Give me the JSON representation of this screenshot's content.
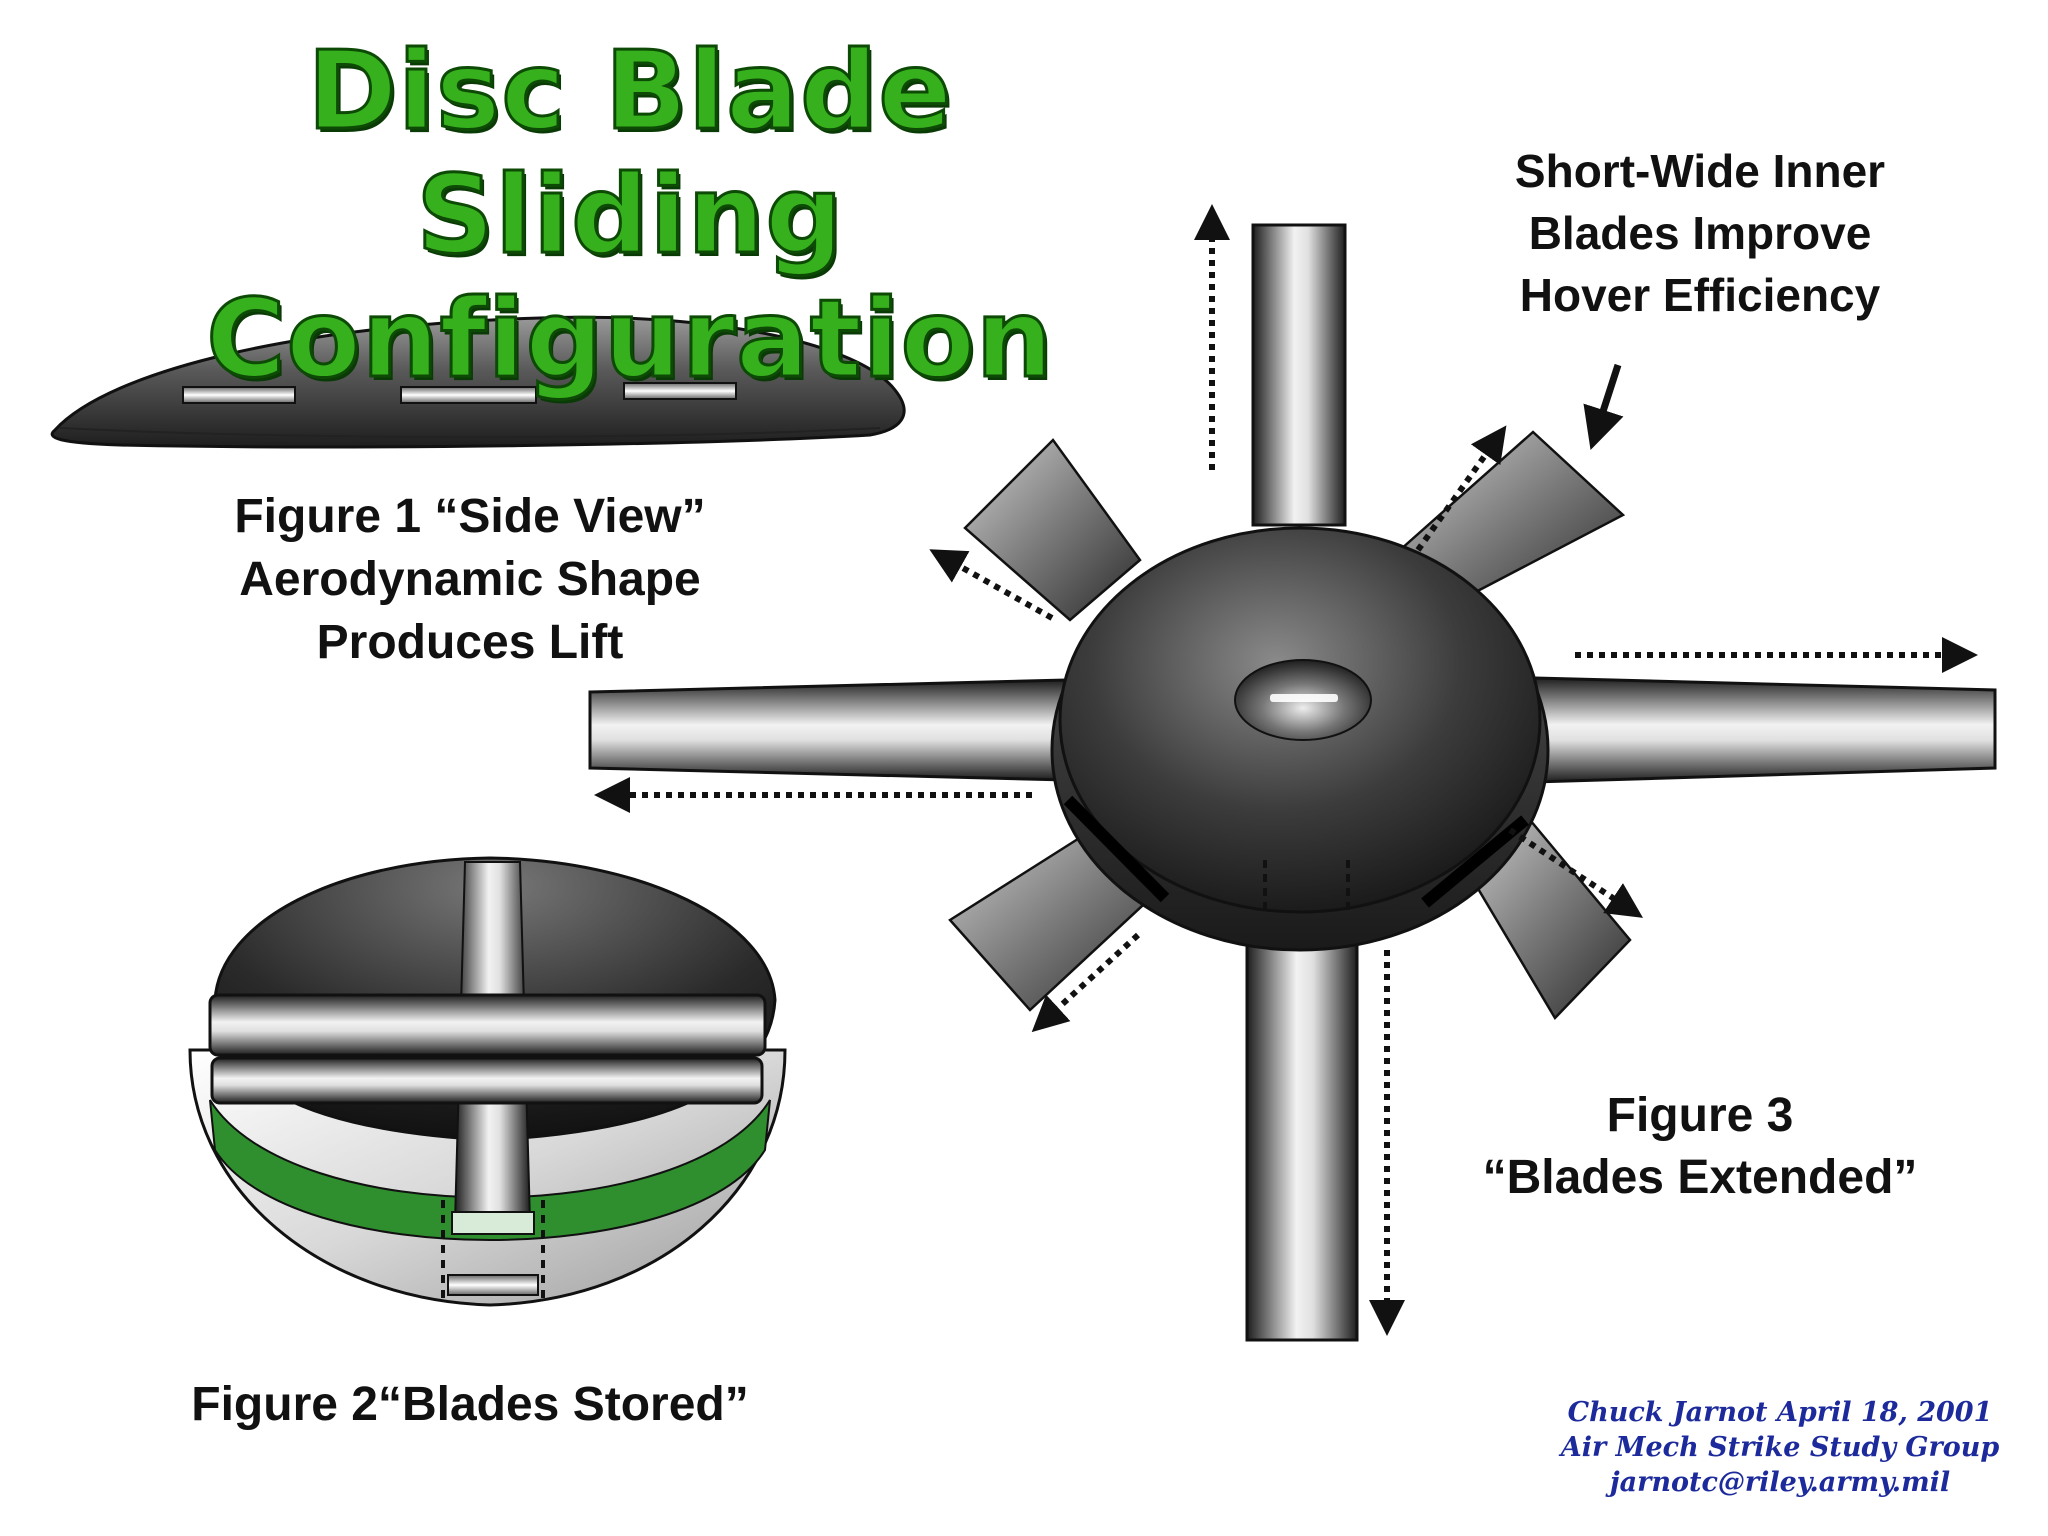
{
  "title": {
    "line1": "Disc Blade Sliding",
    "line2": "Configuration"
  },
  "figure1": {
    "line1": "Figure 1 “Side View”",
    "line2": "Aerodynamic Shape",
    "line3": "Produces Lift"
  },
  "figure2": {
    "caption": "Figure 2“Blades Stored”"
  },
  "figure3": {
    "line1": "Figure 3",
    "line2": "“Blades Extended”"
  },
  "annotation": {
    "line1": "Short-Wide Inner",
    "line2": "Blades Improve",
    "line3": "Hover Efficiency"
  },
  "credit": {
    "line1": "Chuck Jarnot April 18, 2001",
    "line2": "Air Mech Strike Study Group",
    "line3": "jarnotc@riley.army.mil"
  },
  "colors": {
    "title_green": "#36b01c",
    "title_outline": "#0c4a05",
    "credit_blue": "#1c2a9c",
    "stored_band_green": "#2f8f2f"
  }
}
